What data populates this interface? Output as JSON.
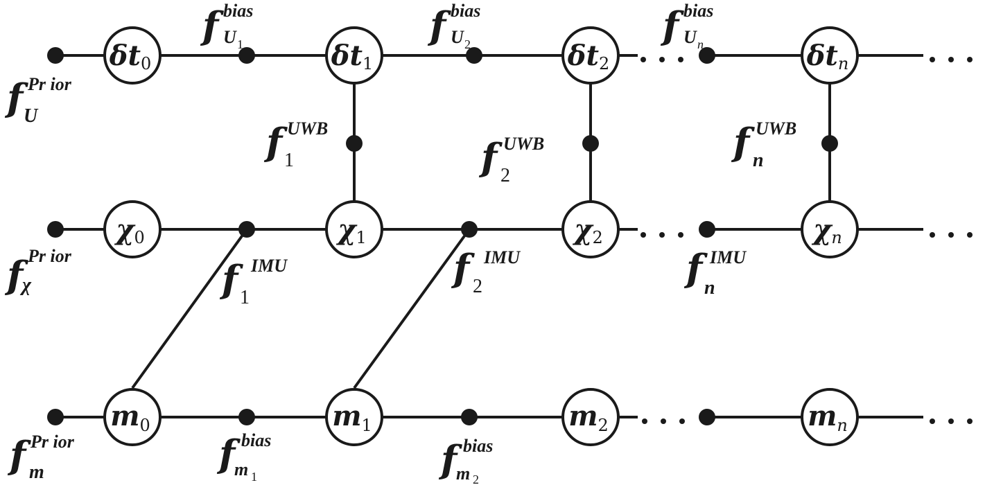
{
  "nodes": {
    "dt0": {
      "base": "δt",
      "sub": "0"
    },
    "dt1": {
      "base": "δt",
      "sub": "1"
    },
    "dt2": {
      "base": "δt",
      "sub": "2"
    },
    "dtn": {
      "base": "δt",
      "sub": "n"
    },
    "x0": {
      "base": "χ",
      "sub": "0"
    },
    "x1": {
      "base": "χ",
      "sub": "1"
    },
    "x2": {
      "base": "χ",
      "sub": "2"
    },
    "xn": {
      "base": "χ",
      "sub": "n"
    },
    "m0": {
      "base": "m",
      "sub": "0"
    },
    "m1": {
      "base": "m",
      "sub": "1"
    },
    "m2": {
      "base": "m",
      "sub": "2"
    },
    "mn": {
      "base": "m",
      "sub": "n"
    }
  },
  "factors": {
    "prior_u": {
      "f": "f",
      "sup": "Pr ior",
      "sub": "U",
      "subsub": ""
    },
    "prior_x": {
      "f": "f",
      "sup": "Pr ior",
      "sub": "χ",
      "subsub": ""
    },
    "prior_m": {
      "f": "f",
      "sup": "Pr ior",
      "sub": "m",
      "subsub": ""
    },
    "bias_u1": {
      "f": "f",
      "sup": "bias",
      "sub": "U",
      "subsub": "1"
    },
    "bias_u2": {
      "f": "f",
      "sup": "bias",
      "sub": "U",
      "subsub": "2"
    },
    "bias_un": {
      "f": "f",
      "sup": "bias",
      "sub": "U",
      "subsub": "n"
    },
    "uwb_1": {
      "f": "f",
      "sup": "UWB",
      "sub": "1",
      "subsub": ""
    },
    "uwb_2": {
      "f": "f",
      "sup": "UWB",
      "sub": "2",
      "subsub": ""
    },
    "uwb_n": {
      "f": "f",
      "sup": "UWB",
      "sub": "n",
      "subsub": ""
    },
    "imu_1": {
      "f": "f",
      "sup": "IMU",
      "sub": "1",
      "subsub": ""
    },
    "imu_2": {
      "f": "f",
      "sup": "IMU",
      "sub": "2",
      "subsub": ""
    },
    "imu_n": {
      "f": "f",
      "sup": "IMU",
      "sub": "n",
      "subsub": ""
    },
    "bias_m1": {
      "f": "f",
      "sup": "bias",
      "sub": "m",
      "subsub": "1"
    },
    "bias_m2": {
      "f": "f",
      "sup": "bias",
      "sub": "m",
      "subsub": "2"
    }
  }
}
